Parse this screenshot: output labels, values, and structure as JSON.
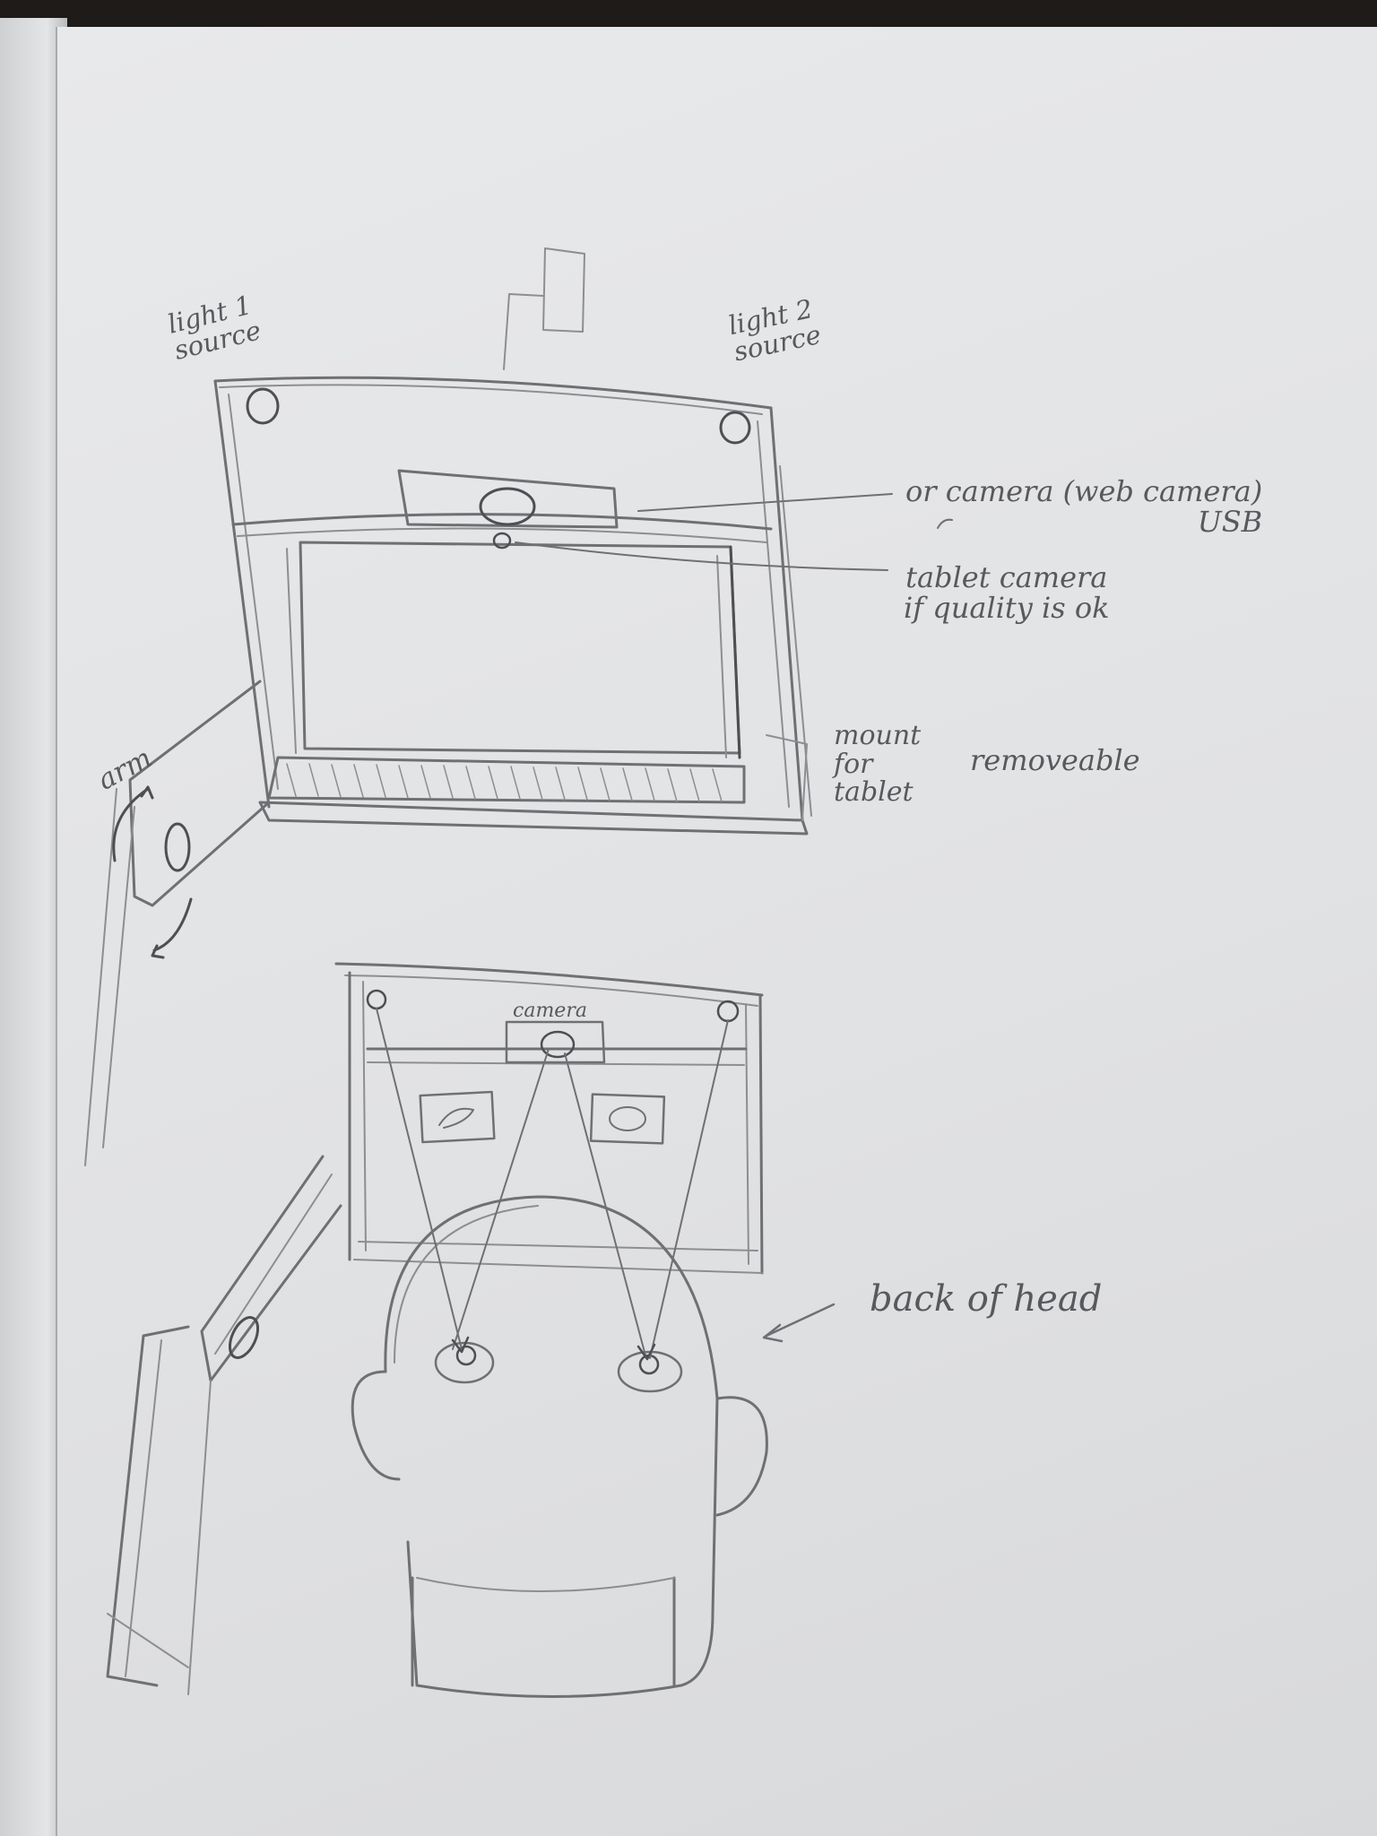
{
  "labels": {
    "light1": "light 1\nsource",
    "light2": "light 2\nsource",
    "or_camera": "or camera (web camera)\nUSB",
    "tablet_camera": "tablet camera\nif quality is ok",
    "mount": "mount\nfor\ntablet",
    "removeable": "removeable",
    "arm": "arm",
    "camera": "camera",
    "back_of_head": "back of head"
  }
}
